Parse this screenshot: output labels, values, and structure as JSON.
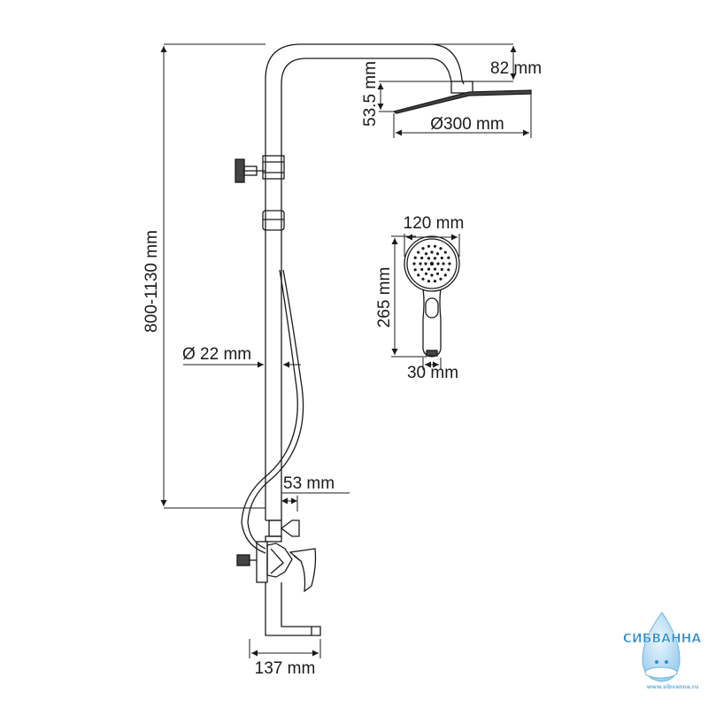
{
  "dimensions": {
    "total_height": "800-1130 mm",
    "head_drop": "82 mm",
    "head_thickness": "53.5 mm",
    "head_diameter": "Ø300 mm",
    "rod_diameter": "Ø 22 mm",
    "outlet_offset": "53 mm",
    "base_width": "137 mm",
    "hand_width": "120 mm",
    "hand_length": "265 mm",
    "handle_width": "30 mm"
  },
  "watermark": {
    "brand": "СИБВАННА",
    "url": "www.sibvanna.ru",
    "color": "#2a8fd0"
  }
}
